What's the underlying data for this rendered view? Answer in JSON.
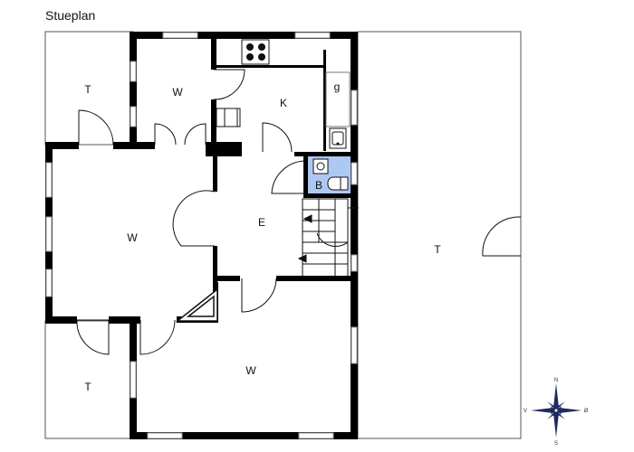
{
  "title": "Stueplan",
  "rooms": {
    "t_top_left": "T",
    "w_top": "W",
    "k": "K",
    "g": "g",
    "b": "B",
    "w_main": "W",
    "e": "E",
    "t_right": "T",
    "w_bottom": "W",
    "t_bottom_left": "T"
  },
  "compass": {
    "north": "N",
    "south": "S",
    "west": "V",
    "east": "Ø"
  },
  "colors": {
    "wall": "#000000",
    "bathroom": "#aec9f1",
    "window": "#9a9a9a",
    "compass": "#1f2a63"
  }
}
